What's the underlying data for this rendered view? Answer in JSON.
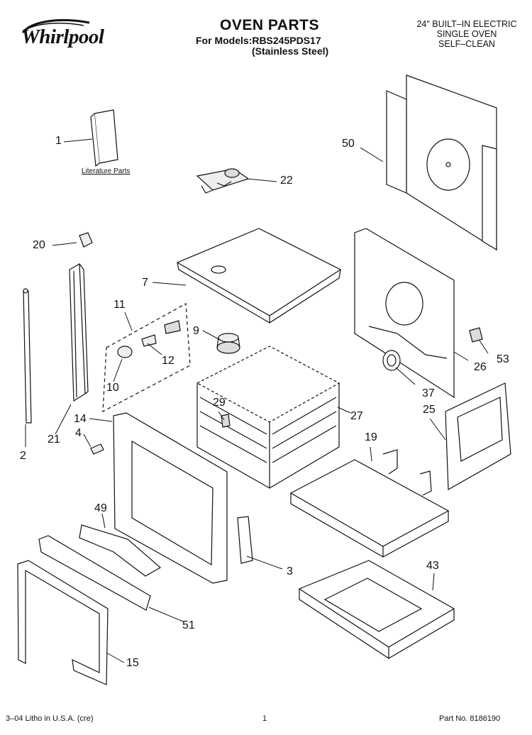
{
  "header": {
    "brand": "Whirlpool",
    "title": "OVEN PARTS",
    "models": "For Models:RBS245PDS17",
    "finish": "(Stainless Steel)",
    "oven_type_line1": "24\" BUILT–IN ELECTRIC",
    "oven_type_line2": "SINGLE OVEN",
    "oven_type_line3": "SELF–CLEAN"
  },
  "literature_label": "Literature Parts",
  "callouts": {
    "p1": "1",
    "p2": "2",
    "p3": "3",
    "p4": "4",
    "p7": "7",
    "p9": "9",
    "p10": "10",
    "p11": "11",
    "p12": "12",
    "p14": "14",
    "p15": "15",
    "p19": "19",
    "p20": "20",
    "p21": "21",
    "p22": "22",
    "p25": "25",
    "p26": "26",
    "p27": "27",
    "p29": "29",
    "p37": "37",
    "p43": "43",
    "p49": "49",
    "p50": "50",
    "p51": "51",
    "p53": "53"
  },
  "footer": {
    "litho": "3–04 Litho in U.S.A. (cre)",
    "page": "1",
    "part_no": "Part No. 8186190"
  }
}
